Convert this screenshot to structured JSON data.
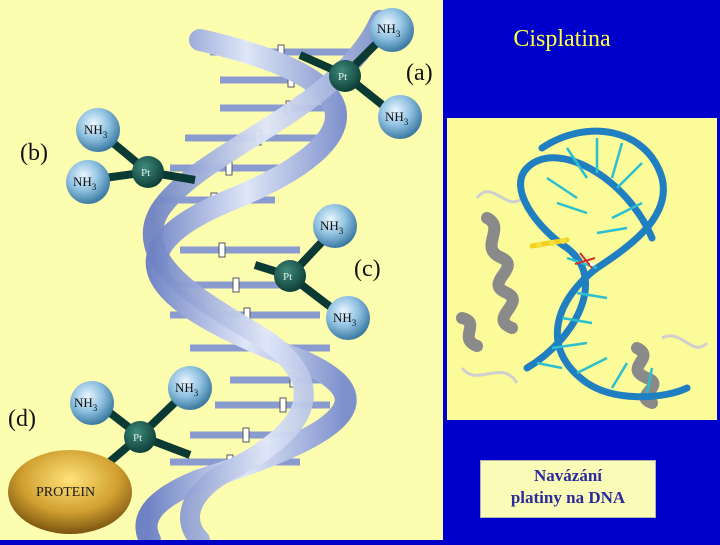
{
  "title": "Cisplatina",
  "caption": {
    "line1": "Navázání",
    "line2": "platiny na DNA"
  },
  "diagram": {
    "labels": {
      "a": "(a)",
      "b": "(b)",
      "c": "(c)",
      "d": "(d)"
    },
    "atom_pt": "Pt",
    "ligand": "NH",
    "ligand_sub": "3",
    "protein": "PROTEIN"
  },
  "colors": {
    "background": "#0000cc",
    "panel": "#fdfdb0",
    "title": "#ffff40",
    "helix": "#8fa3d8",
    "dna_ribbon": "#1f7fc0",
    "bases": "#2bbfd0",
    "protein_ribbon": "#8a8a8a"
  }
}
